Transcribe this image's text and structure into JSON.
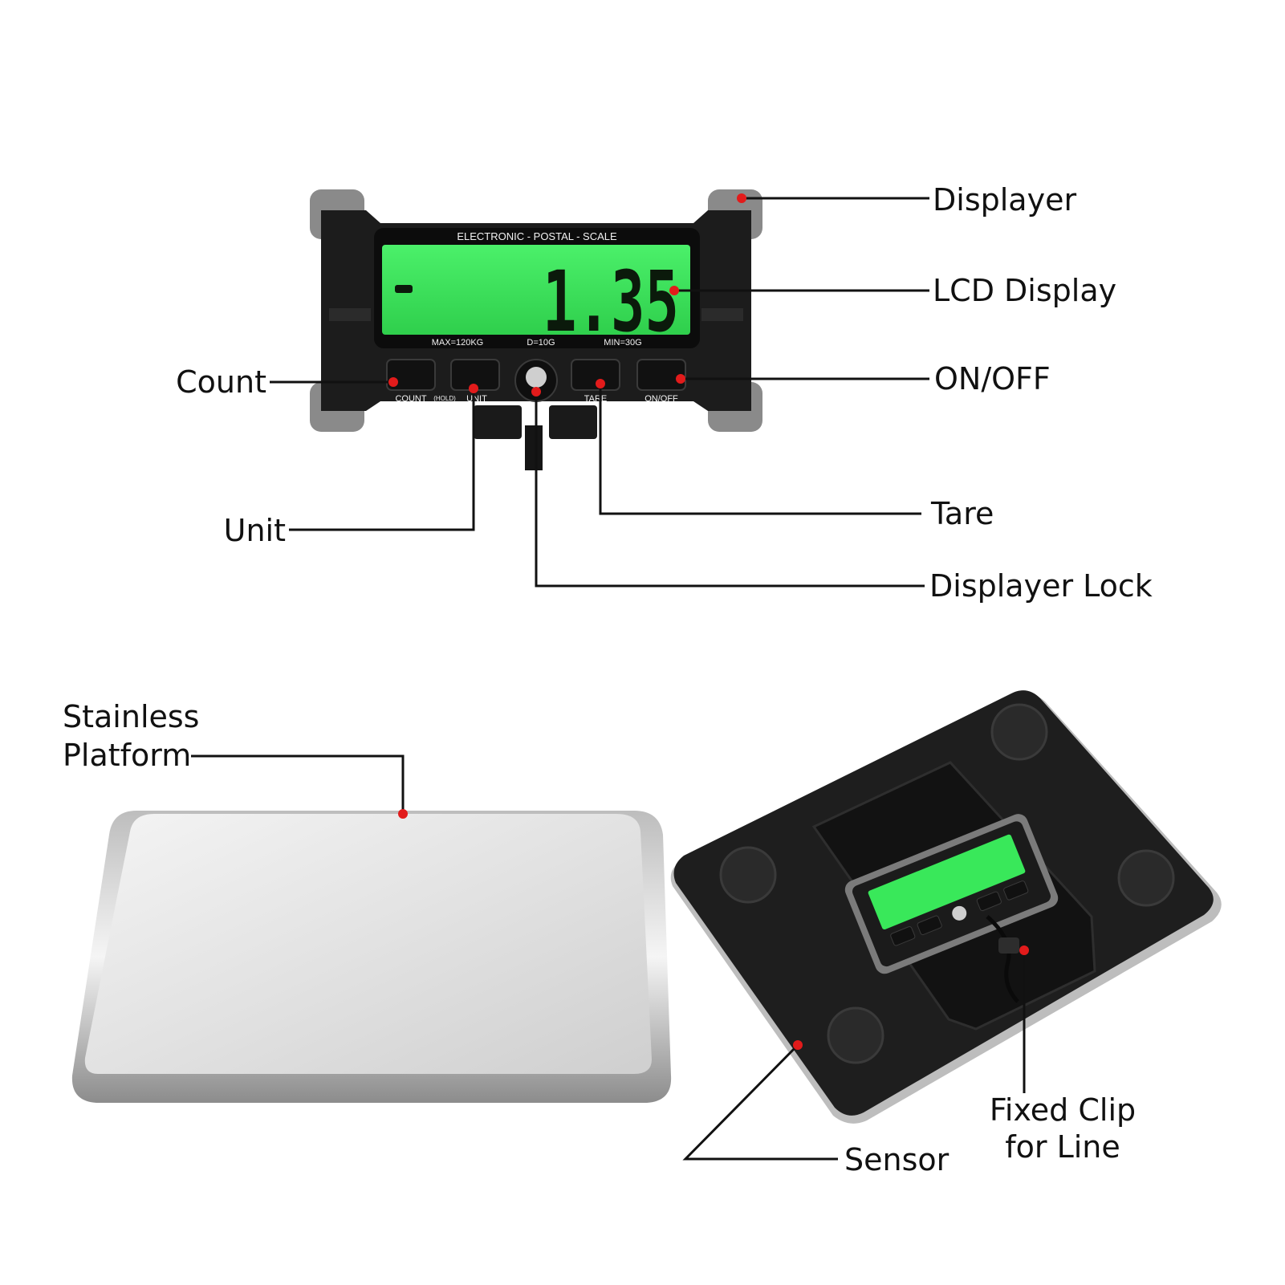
{
  "callouts": {
    "displayer": "Displayer",
    "lcd_display": "LCD Display",
    "on_off": "ON/OFF",
    "count": "Count",
    "unit": "Unit",
    "tare": "Tare",
    "displayer_lock": "Displayer Lock",
    "platform_line1": "Stainless",
    "platform_line2": "Platform",
    "sensor": "Sensor",
    "clip_line1": "Fixed Clip",
    "clip_line2": "for Line"
  },
  "display": {
    "header": "ELECTRONIC - POSTAL - SCALE",
    "reading": "1.35",
    "specs": {
      "max": "MAX=120KG",
      "d": "D=10G",
      "min": "MIN=30G"
    },
    "buttons": {
      "count": "COUNT",
      "hold": "(HOLD)",
      "unit": "UNIT",
      "tare": "TARE",
      "on_off": "ON/OFF"
    }
  },
  "colors": {
    "lcd": "#39e85a",
    "marker": "#e21b1b",
    "body": "#1c1c1c",
    "bumper": "#8a8a8a"
  }
}
